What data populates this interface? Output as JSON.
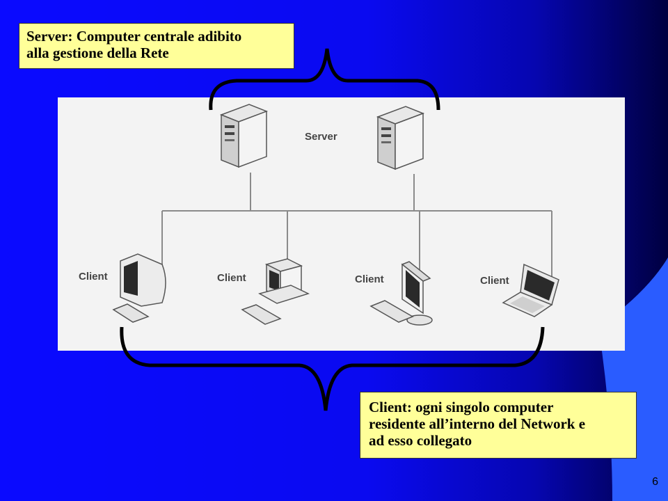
{
  "slide": {
    "server_callout": {
      "lines": [
        "Server: Computer centrale adibito",
        "alla gestione della Rete"
      ]
    },
    "client_callout": {
      "lines": [
        "Client: ogni singolo computer",
        "residente all’interno del Network e",
        "ad esso collegato"
      ]
    },
    "diagram": {
      "server_label": "Server",
      "client_labels": [
        "Client",
        "Client",
        "Client",
        "Client"
      ],
      "server_icons": [
        "server-tower-icon",
        "server-tower-icon"
      ],
      "client_icons": [
        "crt-monitor-icon",
        "desktop-pc-icon",
        "flat-monitor-icon",
        "laptop-icon"
      ]
    },
    "page_number": "6",
    "colors": {
      "background": "#0a0af0",
      "callout_fill": "#ffff99",
      "panel": "#f3f3f3",
      "accent_shape": "#2a5cff"
    }
  }
}
